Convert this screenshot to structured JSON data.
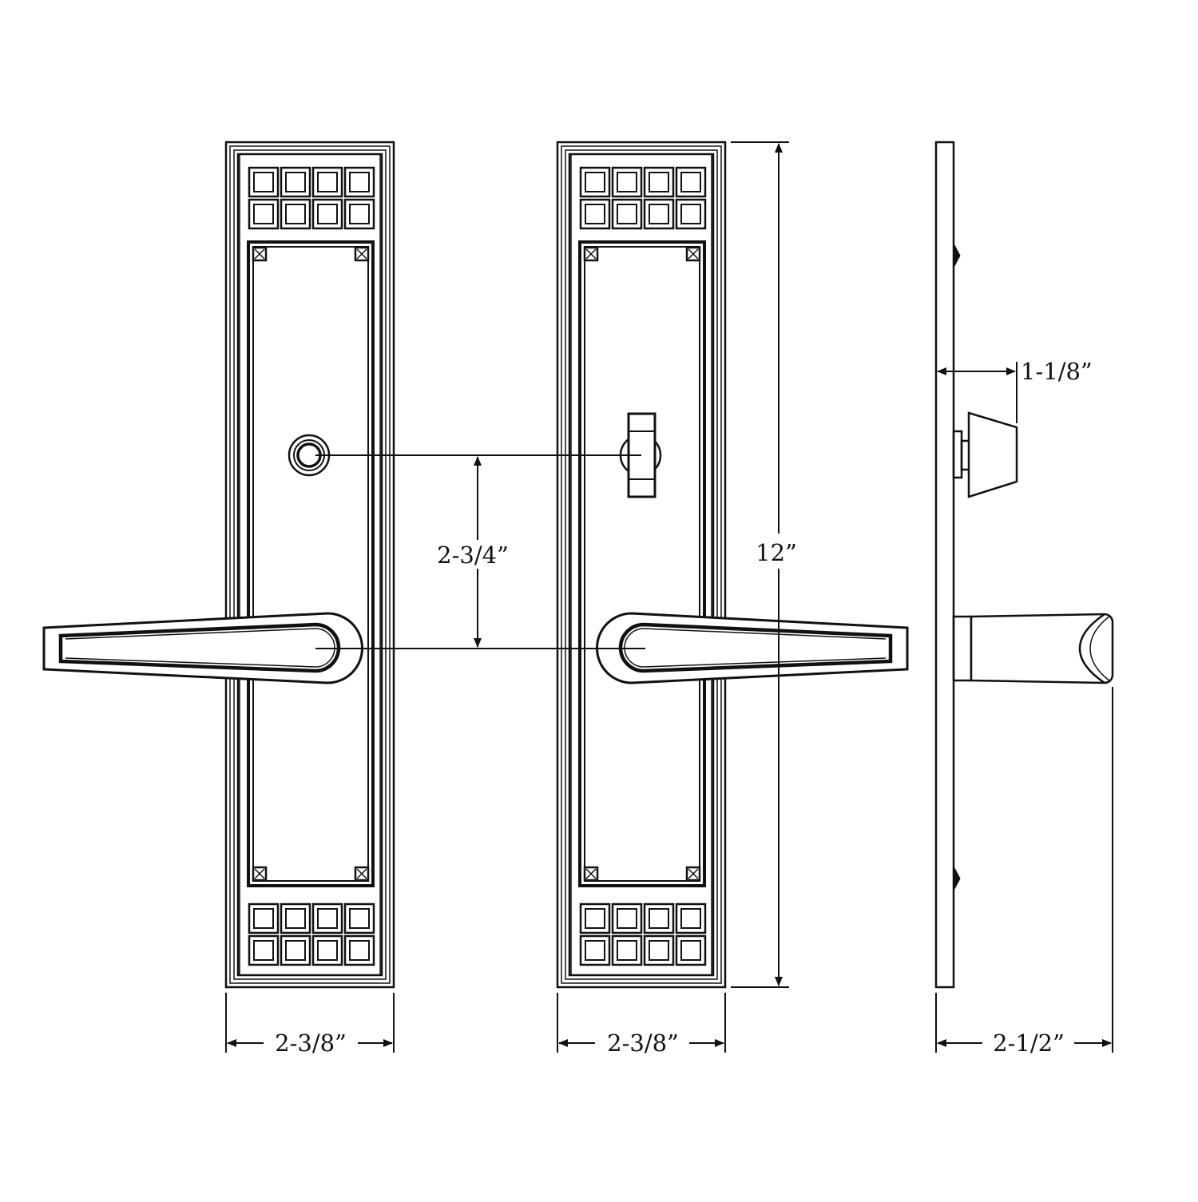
{
  "colors": {
    "line": "#111111",
    "background": "#ffffff"
  },
  "views": {
    "front_left": "front view (cylinder trim)",
    "front_right": "back view (thumbturn trim)",
    "side": "side profile"
  },
  "dimensions": {
    "plate_height": "12”",
    "center_to_center": "2-3/4”",
    "left_plate_width": "2-3/8”",
    "right_plate_width": "2-3/8”",
    "turn_projection": "1-1/8”",
    "lever_projection": "2-1/2”"
  }
}
